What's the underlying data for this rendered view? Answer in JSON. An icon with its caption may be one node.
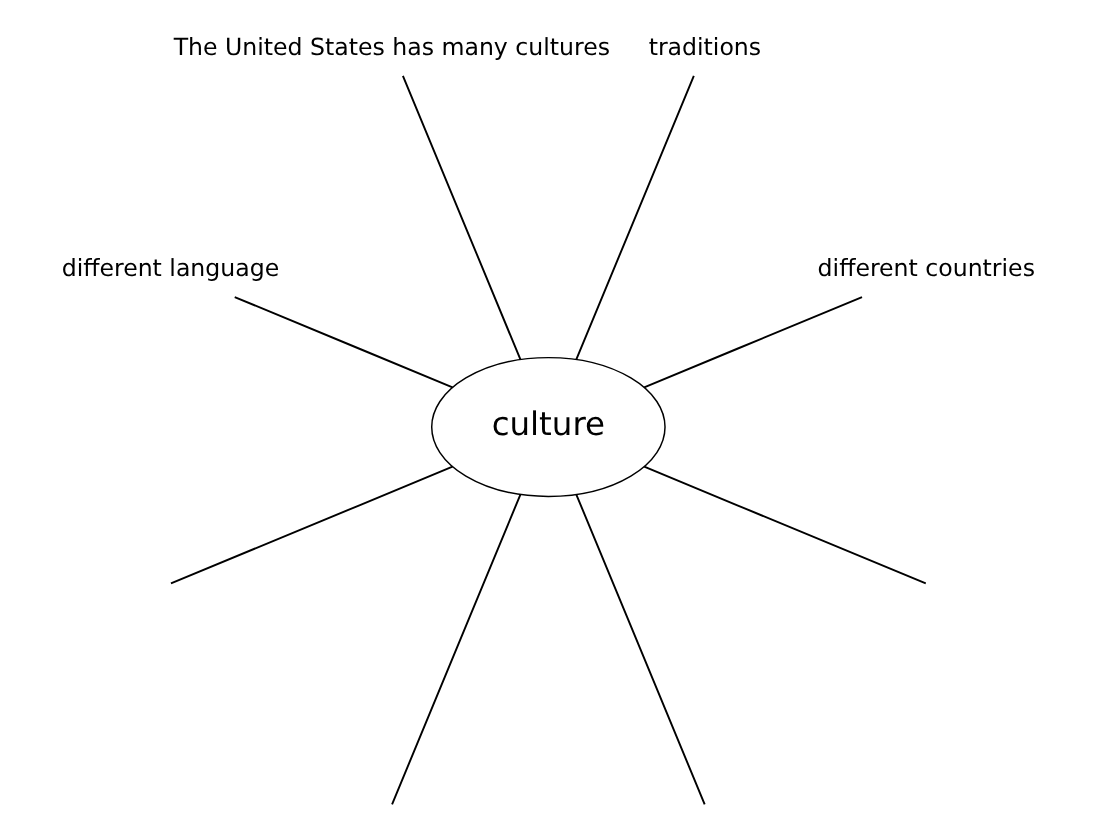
{
  "diagram": {
    "nodes": [
      {
        "text": [
          "culture"
        ]
      },
      {
        "text": [
          "different countries"
        ]
      },
      {
        "text": [
          "traditions"
        ]
      },
      {
        "text": [
          "The United States has many cultures"
        ]
      },
      {
        "text": [
          "different language"
        ]
      }
    ],
    "edges": [
      {
        "from": 0,
        "to": 1,
        "arrow": "none"
      },
      {
        "from": 0,
        "to": null,
        "arrow": "none"
      },
      {
        "from": 0,
        "to": 2,
        "arrow": "none"
      },
      {
        "from": 0,
        "to": null,
        "arrow": "none"
      },
      {
        "from": 0,
        "to": null,
        "arrow": "none"
      },
      {
        "from": 0,
        "to": 3,
        "arrow": "none"
      },
      {
        "from": 0,
        "to": null,
        "arrow": "none"
      },
      {
        "from": 0,
        "to": 4,
        "arrow": "none"
      }
    ]
  }
}
